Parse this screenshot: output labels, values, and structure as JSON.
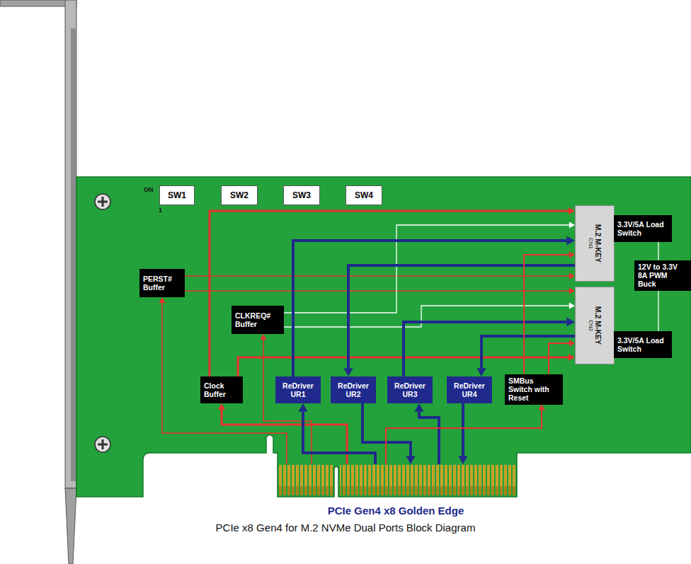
{
  "diagram": {
    "caption": "PCIe x8 Gen4 for M.2 NVMe Dual Ports Block Diagram",
    "nodes": [
      {
        "text": [
          "SW1"
        ]
      },
      {
        "text": [
          "SW2"
        ]
      },
      {
        "text": [
          "SW3"
        ]
      },
      {
        "text": [
          "SW4"
        ]
      },
      {
        "text": [
          "M.2 M-KEY",
          "CN1"
        ]
      },
      {
        "text": [
          "3.3V/5A Load Switch"
        ]
      },
      {
        "text": [
          "PERST# Buffer"
        ]
      },
      {
        "text": [
          "12V to 3.3V 8A PWM Buck"
        ]
      },
      {
        "text": [
          "CLKREQ# Buffer"
        ]
      },
      {
        "text": [
          "M.2 M-KEY",
          "CN2"
        ]
      },
      {
        "text": [
          "3.3V/5A Load Switch"
        ]
      },
      {
        "text": [
          "Clock Buffer"
        ]
      },
      {
        "text": [
          "ReDriver UR1"
        ]
      },
      {
        "text": [
          "ReDriver UR2"
        ]
      },
      {
        "text": [
          "ReDriver UR3"
        ]
      },
      {
        "text": [
          "ReDriver UR4"
        ]
      },
      {
        "text": [
          "SMBus Switch with Reset"
        ]
      },
      {
        "text": [
          "PCIe Gen4 x8 Golden Edge"
        ]
      }
    ],
    "edges": [
      {
        "from": 17,
        "to": 11,
        "arrow": "to"
      },
      {
        "from": 11,
        "to": 4,
        "arrow": "to"
      },
      {
        "from": 11,
        "to": 9,
        "arrow": "to"
      },
      {
        "from": 17,
        "to": 6,
        "arrow": "to"
      },
      {
        "from": 6,
        "to": 4,
        "arrow": "to"
      },
      {
        "from": 6,
        "to": 9,
        "arrow": "to"
      },
      {
        "from": 17,
        "to": 8,
        "arrow": "to"
      },
      {
        "from": 8,
        "to": 4,
        "arrow": "to"
      },
      {
        "from": 8,
        "to": 9,
        "arrow": "to"
      },
      {
        "from": 17,
        "to": 12,
        "arrow": "to"
      },
      {
        "from": 12,
        "to": 4,
        "arrow": "to"
      },
      {
        "from": 4,
        "to": 13,
        "arrow": "to"
      },
      {
        "from": 13,
        "to": 17,
        "arrow": "to"
      },
      {
        "from": 17,
        "to": 14,
        "arrow": "to"
      },
      {
        "from": 14,
        "to": 9,
        "arrow": "to"
      },
      {
        "from": 9,
        "to": 15,
        "arrow": "to"
      },
      {
        "from": 15,
        "to": 17,
        "arrow": "to"
      },
      {
        "from": 17,
        "to": 16,
        "arrow": "to"
      },
      {
        "from": 16,
        "to": 4,
        "arrow": "to"
      },
      {
        "from": 16,
        "to": 9,
        "arrow": "to"
      },
      {
        "from": 7,
        "to": 5,
        "arrow": "none"
      },
      {
        "from": 7,
        "to": 10,
        "arrow": "none"
      }
    ],
    "labels": [
      "ON",
      "1"
    ]
  }
}
